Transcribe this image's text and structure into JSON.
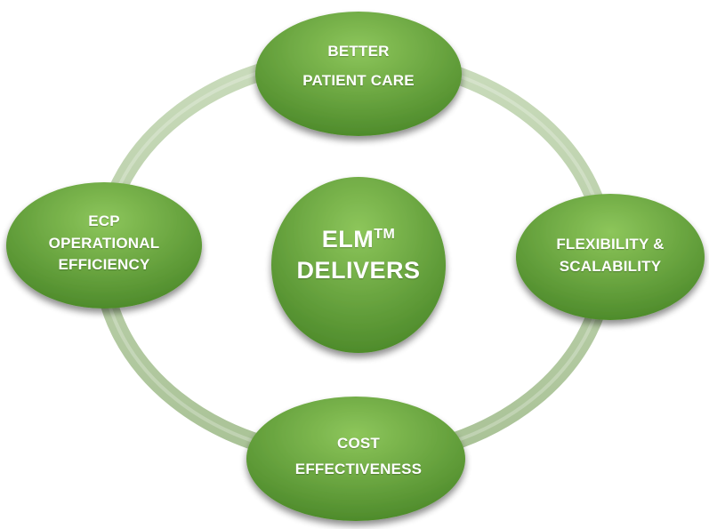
{
  "colors": {
    "ring": "#b9cfa9",
    "ring_highlight": "#d3e2c7",
    "node_fill_top": "#8cc35a",
    "node_fill_bottom": "#4f8d2d",
    "shadow": "#7a7a7a"
  },
  "center": {
    "line1": "ELM",
    "trademark": "TM",
    "line2": "DELIVERS"
  },
  "nodes": {
    "top": {
      "line1": "BETTER",
      "line2": "PATIENT CARE"
    },
    "right": {
      "line1": "FLEXIBILITY &",
      "line2": "SCALABILITY"
    },
    "bottom": {
      "line1": "COST",
      "line2": "EFFECTIVENESS"
    },
    "left": {
      "line1": "ECP",
      "line2": "OPERATIONAL",
      "line3": "EFFICIENCY"
    }
  }
}
